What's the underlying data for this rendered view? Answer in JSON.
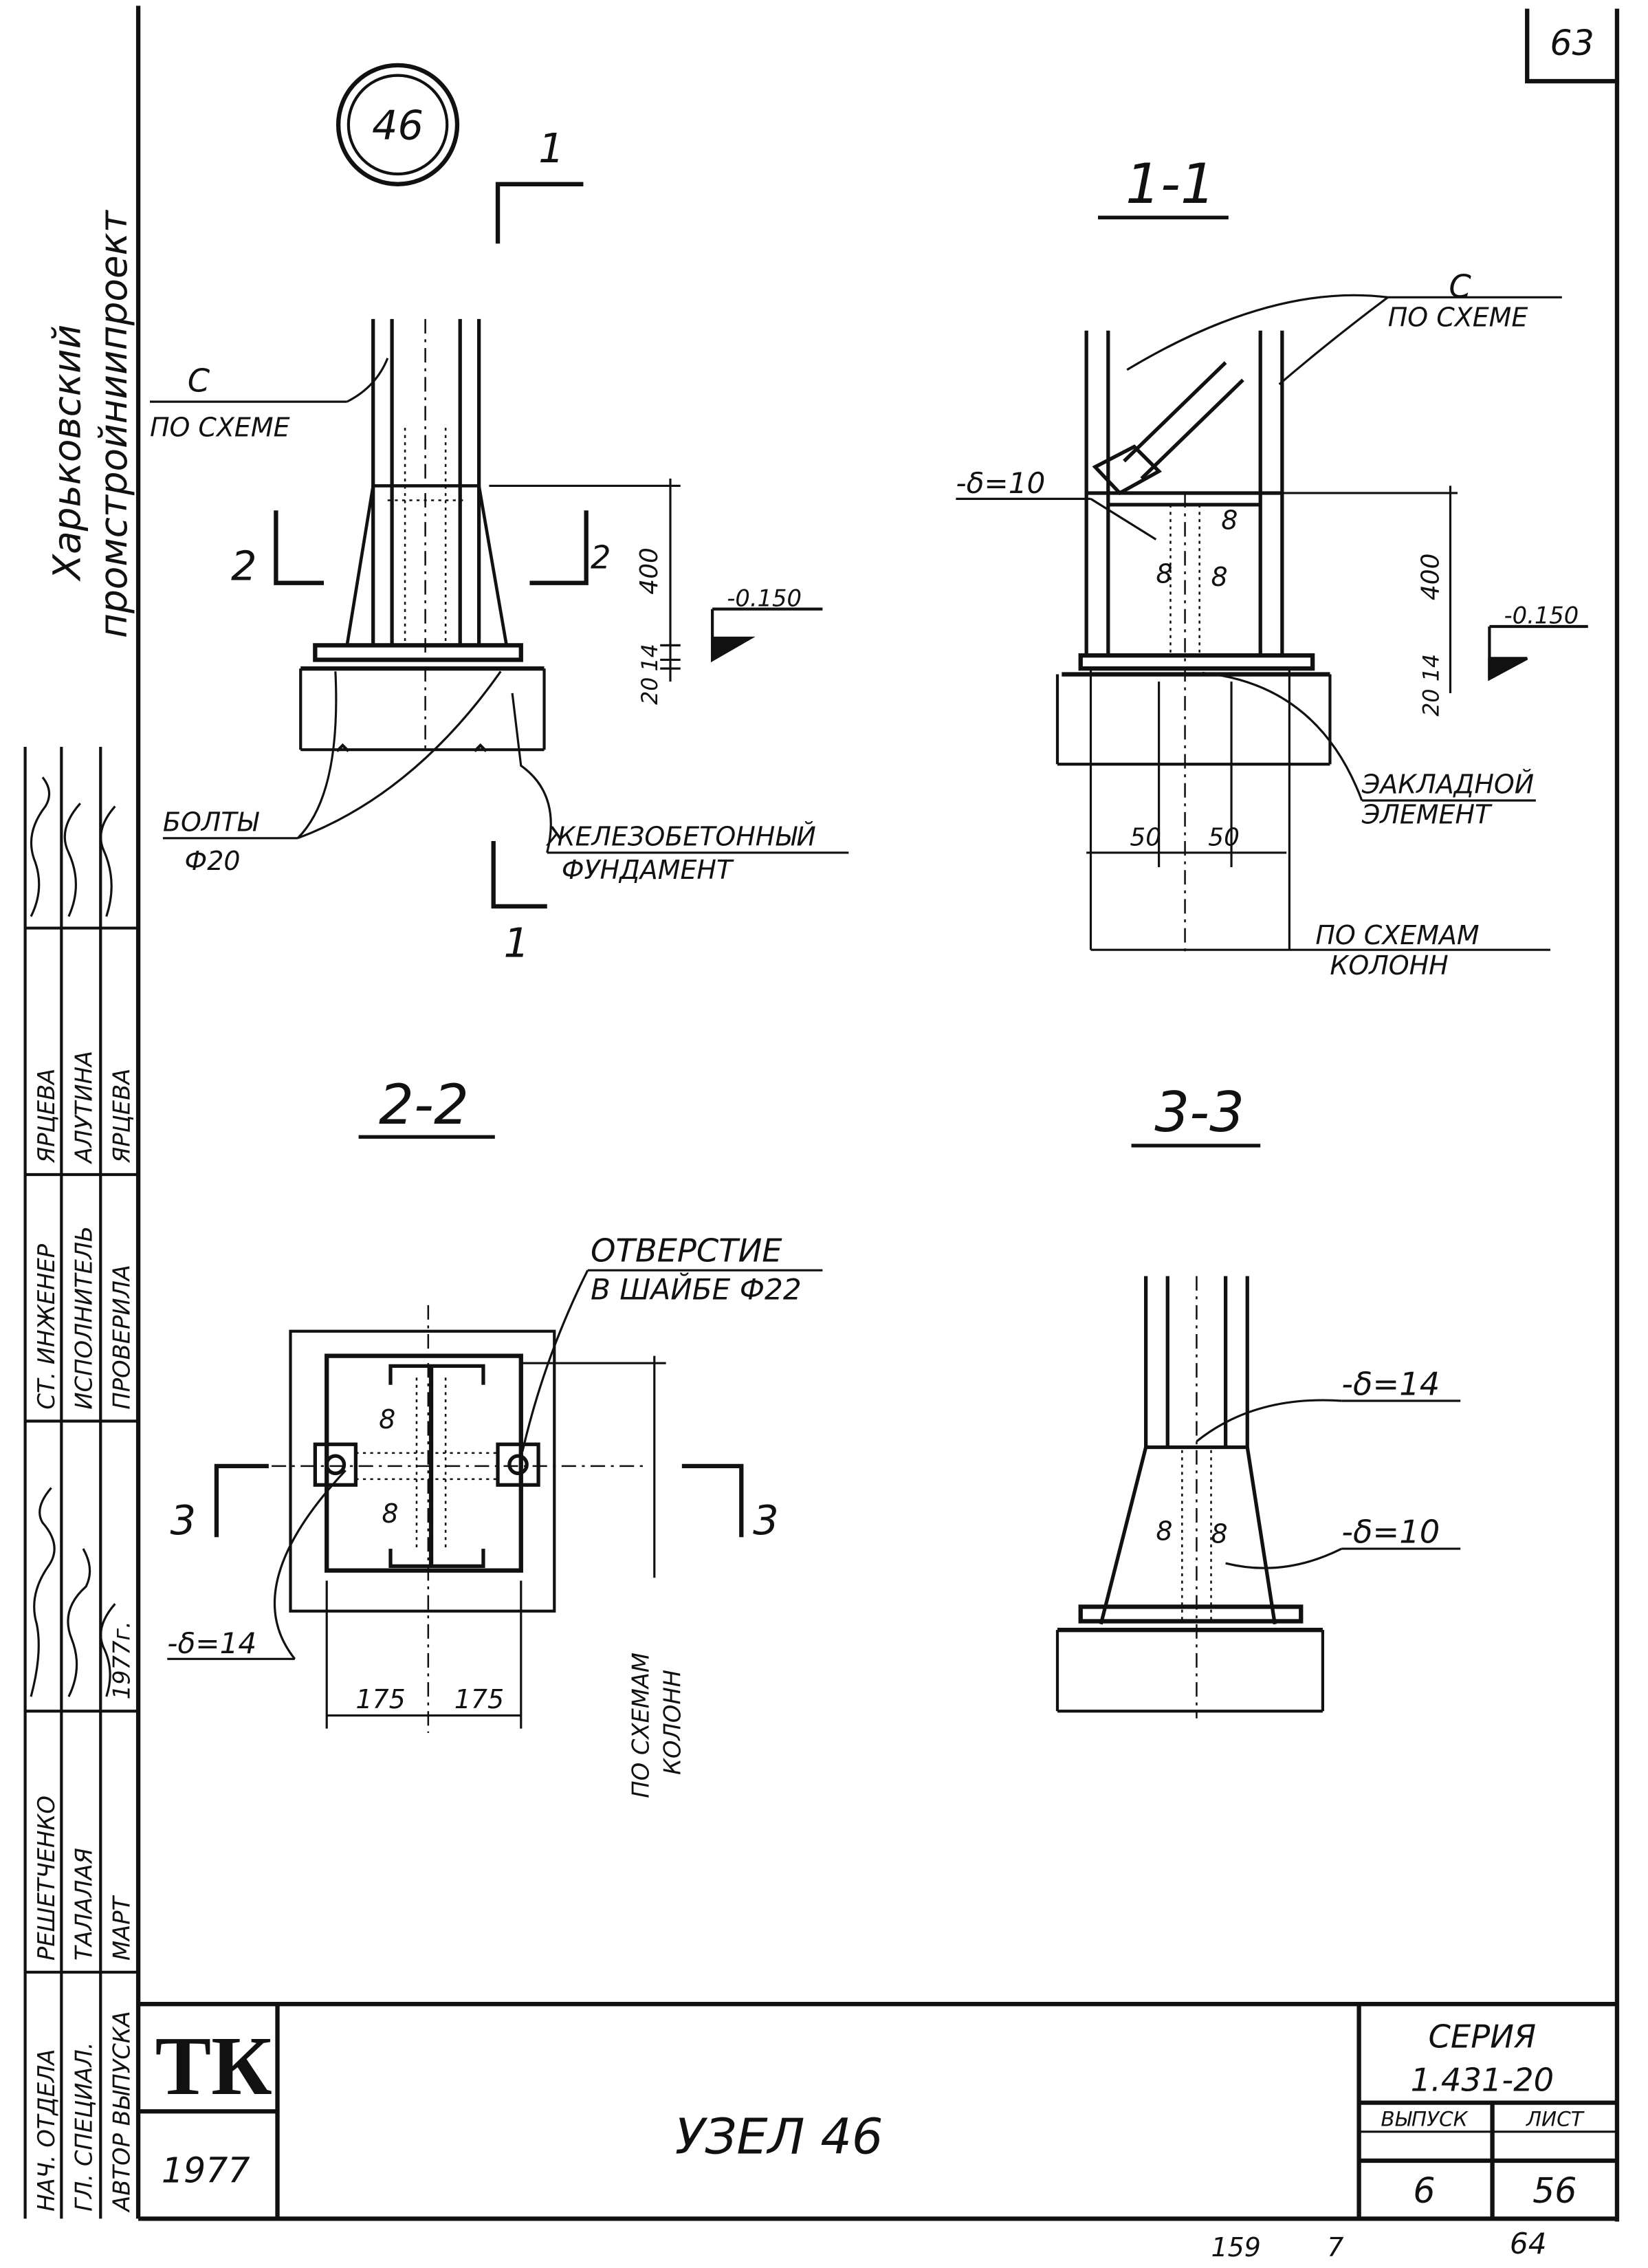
{
  "sheet_no": "63",
  "node_marker": "46",
  "org": {
    "line1": "Харьковский",
    "line2": "промстройниипроект"
  },
  "sections": {
    "s11": "1-1",
    "s22": "2-2",
    "s33": "3-3"
  },
  "cut_marks": {
    "one": "1",
    "one_b": "1",
    "two": "2",
    "three": "3"
  },
  "labels": {
    "c_scheme_c": "С",
    "c_scheme_text": "ПО СХЕМЕ",
    "bolts_1": "БОЛТЫ",
    "bolts_2": "Ф20",
    "foundation_1": "ЖЕЛЕЗОБЕТОННЫЙ",
    "foundation_2": "ФУНДАМЕНТ",
    "plate10": "-δ=10",
    "plate14": "-δ=14",
    "embedded_1": "ЭАКЛАДНОЙ",
    "embedded_2": "ЭЛЕМЕНТ",
    "cols_1": "ПО СХЕМАМ",
    "cols_2": "КОЛОНН",
    "hole_1": "ОТВЕРСТИЕ",
    "hole_2": "В ШАЙБЕ Ф22",
    "weld": "8"
  },
  "dims": {
    "h400": "400",
    "h14": "14",
    "h20": "20",
    "elev": "-0.150",
    "d50": "50",
    "d175": "175"
  },
  "stamp": {
    "logo": "ТК",
    "year": "1977",
    "title": "УЗЕЛ 46",
    "series_label": "СЕРИЯ",
    "series_value": "1.431-20",
    "issue_label": "ВЫПУСК",
    "sheet_label": "ЛИСТ",
    "issue_value": "6",
    "sheet_value": "56"
  },
  "signatures": {
    "rows": [
      {
        "role": "НАЧ. ОТДЕЛА",
        "name": "РЕШЕТЧЕНКО"
      },
      {
        "role": "ГЛ. СПЕЦИАЛ.",
        "name": "ТАЛАЛАЯ"
      },
      {
        "role": "АВТОР ВЫПУСКА",
        "name": "МАРТ"
      },
      {
        "role": "СТ. ИНЖЕНЕР",
        "name": "ЯРЦЕВА"
      },
      {
        "role": "ИСПОЛНИТЕЛЬ",
        "name": "АЛУТИНА"
      },
      {
        "role": "ПРОВЕРИЛА",
        "name": "ЯРЦЕВА"
      }
    ],
    "date": "1977г."
  },
  "footer": {
    "a": "159",
    "b": "7",
    "c": "64"
  }
}
